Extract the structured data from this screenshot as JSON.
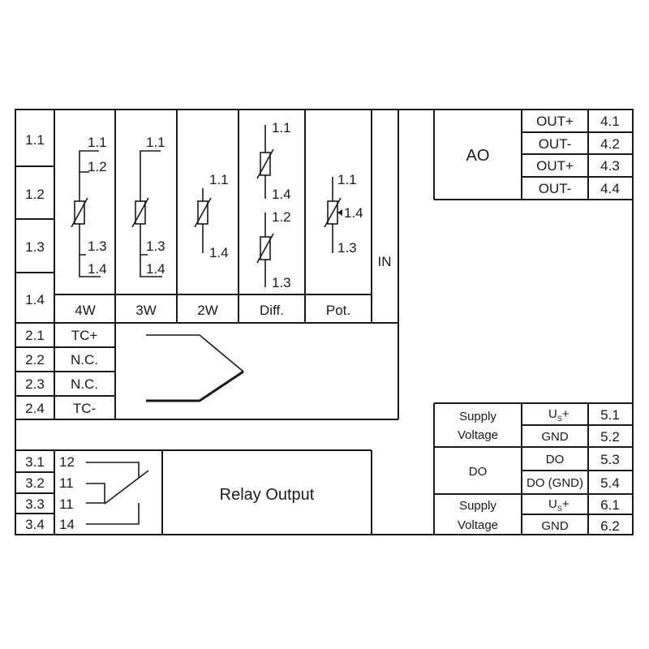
{
  "terminals": {
    "t11": "1.1",
    "t12": "1.2",
    "t13": "1.3",
    "t14": "1.4",
    "t21": "2.1",
    "t22": "2.2",
    "t23": "2.3",
    "t24": "2.4",
    "t31": "3.1",
    "t32": "3.2",
    "t33": "3.3",
    "t34": "3.4",
    "t41": "4.1",
    "t42": "4.2",
    "t43": "4.3",
    "t44": "4.4",
    "t51": "5.1",
    "t52": "5.2",
    "t53": "5.3",
    "t54": "5.4",
    "t61": "6.1",
    "t62": "6.2"
  },
  "rtd": {
    "w4": "4W",
    "w3": "3W",
    "w2": "2W",
    "diff": "Diff.",
    "pot": "Pot.",
    "p11": "1.1",
    "p12": "1.2",
    "p13": "1.3",
    "p14": "1.4"
  },
  "tc": {
    "plus": "TC+",
    "nc1": "N.C.",
    "nc2": "N.C.",
    "minus": "TC-"
  },
  "in_label": "IN",
  "ao": {
    "label": "AO",
    "out1": "OUT+",
    "out2": "OUT-",
    "out3": "OUT+",
    "out4": "OUT-"
  },
  "relay": {
    "label": "Relay Output",
    "p12": "12",
    "p11a": "11",
    "p11b": "11",
    "p14": "14"
  },
  "supply": {
    "line1": "Supply",
    "line2": "Voltage",
    "us": "U",
    "us_sub": "S",
    "us_plus": "+",
    "gnd": "GND"
  },
  "do": {
    "label": "DO",
    "do": "DO",
    "do_gnd": "DO (GND)"
  }
}
